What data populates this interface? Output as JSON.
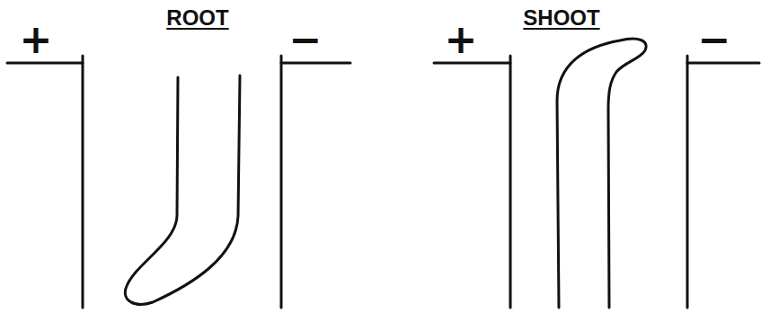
{
  "diagram": {
    "labels": [
      "ROOT",
      "+",
      "−",
      "SHOOT",
      "+",
      "−"
    ]
  }
}
